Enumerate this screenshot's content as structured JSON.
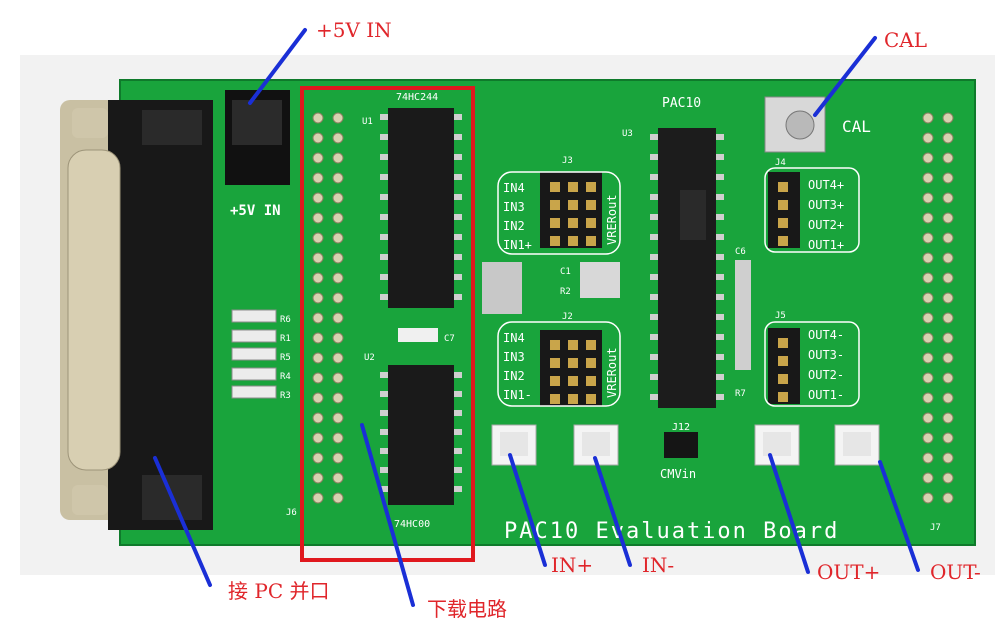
{
  "board": {
    "title": "PAC10 Evaluation Board",
    "chip_label": "PAC10",
    "cal_silk": "CAL",
    "power_silk": "+5V IN",
    "u1_part": "74HC244",
    "u2_part": "74HC00",
    "cmvin": "CMVin",
    "j3_label": "J3",
    "j2_label": "J2",
    "j4_label": "J4",
    "j5_label": "J5",
    "j12_label": "J12",
    "j6_label": "J6",
    "j7_label": "J7",
    "u1_label": "U1",
    "u2_label": "U2",
    "u3_label": "U3",
    "verout": "VRERout",
    "in_labels_top": [
      "IN4",
      "IN3",
      "IN2",
      "IN1+"
    ],
    "in_labels_bottom": [
      "IN4",
      "IN3",
      "IN2",
      "IN1-"
    ],
    "out_labels_top": [
      "OUT4+",
      "OUT3+",
      "OUT2+",
      "OUT1+"
    ],
    "out_labels_bottom": [
      "OUT4-",
      "OUT3-",
      "OUT2-",
      "OUT1-"
    ],
    "resistors": [
      "R6",
      "R1",
      "R5",
      "R4",
      "R3"
    ],
    "c1": "C1",
    "r2": "R2",
    "c6": "C6",
    "c7": "C7",
    "r7": "R7"
  },
  "callouts": {
    "power": "+5V IN",
    "cal": "CAL",
    "pc_port": "接 PC 并口",
    "download": "下载电路",
    "in_plus": "IN+",
    "in_minus": "IN-",
    "out_plus": "OUT+",
    "out_minus": "OUT-"
  },
  "colors": {
    "board": "#19a43c",
    "callout_text": "#e0262b",
    "callout_line": "#1a2fd6",
    "highlight_box": "#e0181e"
  }
}
